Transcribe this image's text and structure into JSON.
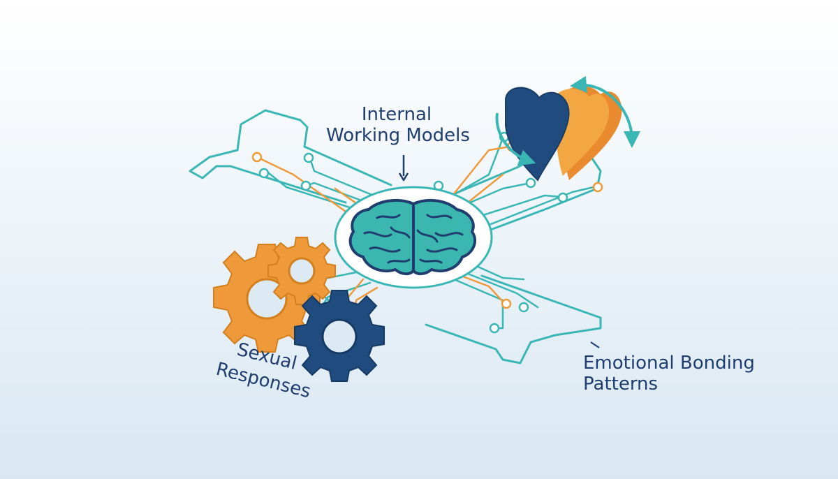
{
  "labels": {
    "internal_line1": "Internal",
    "internal_line2": "Working Models",
    "sexual_line1": "Sexual",
    "sexual_line2": "Responses",
    "emotional_line1": "Emotional Bonding",
    "emotional_line2": "Patterns"
  },
  "colors": {
    "background_top": "#ffffff",
    "background_bottom": "#dbe8f3",
    "teal": "#3ab7b5",
    "orange": "#ef9a3a",
    "navy": "#1f4b7e",
    "label_text": "#1f3d6e"
  },
  "icons": {
    "center": "brain-icon",
    "top_right": "heart-icon",
    "bottom_left": "gears-icon",
    "cycle": "cycle-arrows-icon"
  }
}
